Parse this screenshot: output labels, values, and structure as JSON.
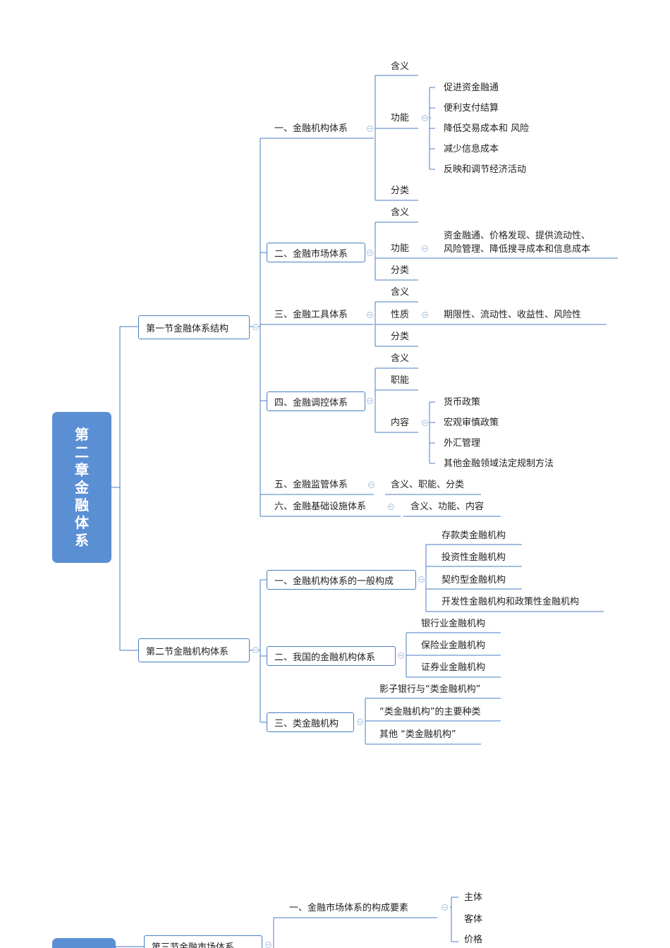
{
  "root1": {
    "chars": [
      "第",
      "二",
      "章",
      "金",
      "融",
      "体",
      "系"
    ]
  },
  "sections": [
    {
      "title": "第一节金融体系结构",
      "children": [
        {
          "title": "一、金融机构体系",
          "items": [
            "含义",
            "功能",
            "分类"
          ],
          "functions": [
            "促进资金融通",
            "便利支付结算",
            "降低交易成本和 风险",
            "减少信息成本",
            "反映和调节经济活动"
          ]
        },
        {
          "title": "二、金融市场体系",
          "items": [
            "含义",
            "功能",
            "分类"
          ],
          "function_detail": [
            "资金融通、价格发现、提供流动性、",
            "风险管理、降低搜寻成本和信息成本"
          ]
        },
        {
          "title": "三、金融工具体系",
          "items": [
            "含义",
            "性质",
            "分类"
          ],
          "nature_detail": "期限性、流动性、收益性、风险性"
        },
        {
          "title": "四、金融调控体系",
          "items": [
            "含义",
            "职能",
            "内容"
          ],
          "contents": [
            "货币政策",
            "宏观审慎政策",
            "外汇管理",
            "其他金融领域法定规制方法"
          ]
        },
        {
          "title": "五、金融监管体系",
          "detail": "含义、职能、分类"
        },
        {
          "title": "六、金融基础设施体系",
          "detail": "含义、功能、内容"
        }
      ]
    },
    {
      "title": "第二节金融机构体系",
      "children": [
        {
          "title": "一、金融机构体系的一般构成",
          "items": [
            "存款类金融机构",
            "投资性金融机构",
            "契约型金融机构",
            "开发性金融机构和政策性金融机构"
          ]
        },
        {
          "title": "二、我国的金融机构体系",
          "items": [
            "银行业金融机构",
            "保险业金融机构",
            "证券业金融机构"
          ]
        },
        {
          "title": "三、类金融机构",
          "items": [
            "影子银行与“类金融机构”",
            "“类金融机构”的主要种类",
            "其他 “类金融机构”"
          ]
        }
      ]
    }
  ],
  "map2": {
    "section": "第三节金融市场体系",
    "child": "一、金融市场体系的构成要素",
    "items": [
      "主体",
      "客体",
      "价格"
    ]
  }
}
